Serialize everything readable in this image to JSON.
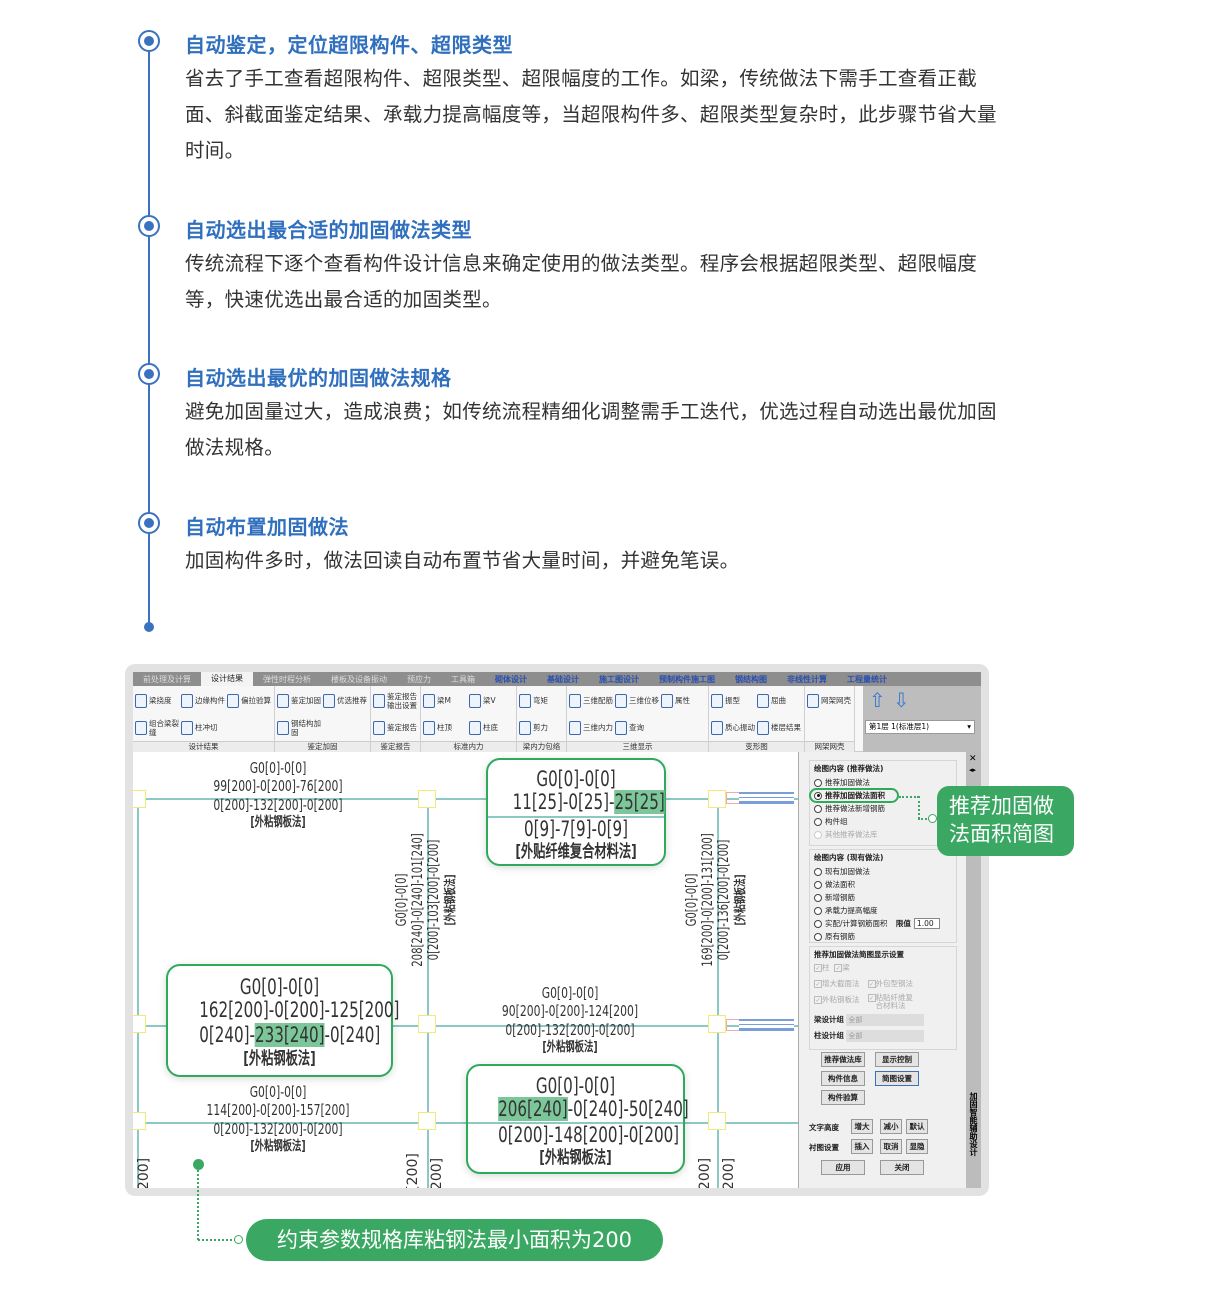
{
  "sections": [
    {
      "title": "自动鉴定，定位超限构件、超限类型",
      "body": "省去了手工查看超限构件、超限类型、超限幅度的工作。如梁，传统做法下需手工查看正截面、斜截面鉴定结果、承载力提高幅度等，当超限构件多、超限类型复杂时，此步骤节省大量时间。"
    },
    {
      "title": "自动选出最合适的加固做法类型",
      "body": "传统流程下逐个查看构件设计信息来确定使用的做法类型。程序会根据超限类型、超限幅度等，快速优选出最合适的加固类型。"
    },
    {
      "title": "自动选出最优的加固做法规格",
      "body": "避免加固量过大，造成浪费；如传统流程精细化调整需手工迭代，优选过程自动选出最优加固做法规格。"
    },
    {
      "title": "自动布置加固做法",
      "body": "加固构件多时，做法回读自动布置节省大量时间，并避免笔误。"
    }
  ],
  "colors": {
    "accent_blue": "#3b72c0",
    "accent_green": "#3aa862",
    "highlight": "#7cc79a"
  },
  "app": {
    "tabs": [
      "前处理及计算",
      "设计结果",
      "弹性时程分析",
      "楼板及设备振动",
      "预应力",
      "工具箱",
      "砌体设计",
      "基础设计",
      "施工图设计",
      "预制构件施工图",
      "钢结构图",
      "非线性计算",
      "工程量统计"
    ],
    "active_tab": "设计结果",
    "ribbon": [
      {
        "label": "设计结果",
        "items": [
          "梁挠度",
          "组合梁裂缝",
          "边缘构件",
          "柱冲切",
          "偏拉验算"
        ]
      },
      {
        "label": "鉴定加固",
        "items": [
          "鉴定加固",
          "钢结构加固",
          "优选推荐"
        ]
      },
      {
        "label": "鉴定报告",
        "items": [
          "鉴定报告输出设置",
          "鉴定报告"
        ]
      },
      {
        "label": "标准内力",
        "items": [
          "梁M",
          "柱顶",
          "梁V",
          "柱底"
        ]
      },
      {
        "label": "梁内力包络",
        "items": [
          "弯矩",
          "剪力"
        ]
      },
      {
        "label": "三维显示",
        "items": [
          "三维配筋",
          "三维内力",
          "三维位移",
          "查询",
          "属性"
        ]
      },
      {
        "label": "变形图",
        "items": [
          "振型",
          "质心振动",
          "屈曲",
          "楼层结果"
        ]
      },
      {
        "label": "网架网壳",
        "items": [
          "网架网壳"
        ]
      }
    ],
    "floor_select": "第1层 1(标准层1)",
    "drawing": {
      "beam_top_left": [
        "G0[0]-0[0]",
        "99[200]-0[200]-76[200]",
        "0[200]-132[200]-0[200]",
        "[外粘钢板法]"
      ],
      "box_top": {
        "l1": "G0[0]-0[0]",
        "l2_pre": "11[25]-0[25]-",
        "l2_hl": "25[25]",
        "l3": "0[9]-7[9]-0[9]",
        "l4": "[外贴纤维复合材料法]"
      },
      "col_left": [
        "G0[0]-0[0]",
        "208[240]-0[240]-101[240]",
        "0[200]-103[200]-0[200]",
        "[外粘钢板法]"
      ],
      "col_right": [
        "G0[0]-0[0]",
        "169[200]-0[200]-131[200]",
        "0[200]-136[200]-0[200]",
        "[外粘钢板法]"
      ],
      "box_left": {
        "l1": "G0[0]-0[0]",
        "l2": "162[200]-0[200]-125[200]",
        "l3_pre": "0[240]-",
        "l3_hl": "233[240]",
        "l3_post": "-0[240]",
        "l4": "[外粘钢板法]"
      },
      "beam_mid_right": [
        "G0[0]-0[0]",
        "90[200]-0[200]-124[200]",
        "0[200]-132[200]-0[200]",
        "[外粘钢板法]"
      ],
      "beam_bottom_left": [
        "G0[0]-0[0]",
        "114[200]-0[200]-157[200]",
        "0[200]-132[200]-0[200]",
        "[外粘钢板法]"
      ],
      "box_bottom": {
        "l1": "G0[0]-0[0]",
        "l2_hl": "206[240]",
        "l2_post": "-0[240]-50[240]",
        "l3": "0[200]-148[200]-0[200]",
        "l4": "[外粘钢板法]"
      },
      "partial_labels": [
        "200]",
        "[200]",
        "200]",
        "200]",
        "200]"
      ]
    },
    "panel": {
      "group1_title": "绘图内容 (推荐做法)",
      "group1_options": [
        "推荐加固做法",
        "推荐加固做法面积",
        "推荐做法新增钢筋",
        "构件组",
        "其他推荐做法库"
      ],
      "group1_selected": "推荐加固做法面积",
      "group2_title": "绘图内容 (现有做法)",
      "group2_options": [
        "现有加固做法",
        "做法面积",
        "新增钢筋",
        "承载力提高幅度",
        "实配/计算钢筋面积",
        "原有钢筋"
      ],
      "limit_label": "限值",
      "limit_value": "1.00",
      "group3_title": "推荐加固做法简图显示设置",
      "checks": [
        "柱",
        "梁",
        "增大截面法",
        "外包型钢法",
        "外粘钢板法",
        "粘贴纤维复合材料法"
      ],
      "beam_group_label": "梁设计组",
      "beam_group_value": "全部",
      "col_group_label": "柱设计组",
      "col_group_value": "全部",
      "buttons": [
        "推荐做法库",
        "显示控制",
        "构件信息",
        "简图设置",
        "构件验算"
      ],
      "text_height_label": "文字高度",
      "text_height_buttons": [
        "增大",
        "减小",
        "默认"
      ],
      "backdrop_label": "衬图设置",
      "backdrop_buttons": [
        "插入",
        "取消",
        "显隐"
      ],
      "apply": "应用",
      "close": "关闭",
      "side_title": "加固智能辅助设计"
    }
  },
  "callouts": {
    "right": "推荐加固做法面积简图",
    "right_l1": "推荐加固做",
    "right_l2": "法面积简图",
    "bottom": "约束参数规格库粘钢法最小面积为200"
  }
}
